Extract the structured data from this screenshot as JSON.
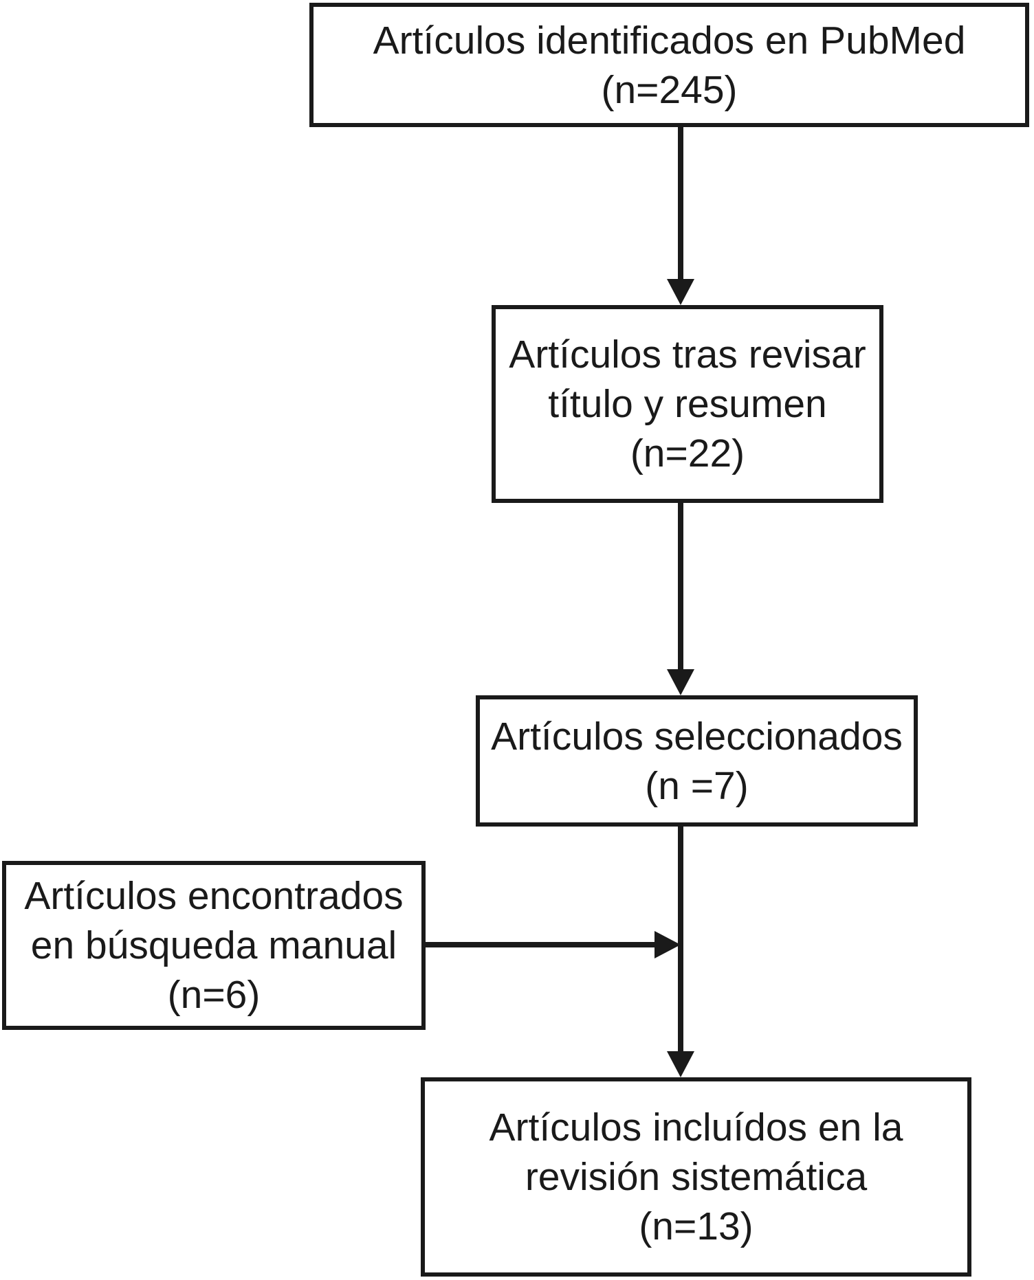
{
  "colors": {
    "ink": "#1a1a1a",
    "background": "#ffffff"
  },
  "boxes": {
    "identified": {
      "line1": "Artículos identificados en PubMed",
      "line2": "(n=245)",
      "n": 245
    },
    "screened": {
      "line1": "Artículos tras revisar",
      "line2": "título y resumen",
      "line3": "(n=22)",
      "n": 22
    },
    "selected": {
      "line1": "Artículos seleccionados",
      "line2": "(n =7)",
      "n": 7
    },
    "manual": {
      "line1": "Artículos encontrados",
      "line2": "en búsqueda manual",
      "line3": "(n=6)",
      "n": 6
    },
    "included": {
      "line1": "Artículos incluídos en la",
      "line2": "revisión sistemática",
      "line3": "(n=13)",
      "n": 13
    }
  },
  "flow": {
    "edges": [
      {
        "from": "identified",
        "to": "screened"
      },
      {
        "from": "screened",
        "to": "selected"
      },
      {
        "from": "selected",
        "to": "included"
      },
      {
        "from": "manual",
        "to": "included"
      }
    ]
  }
}
